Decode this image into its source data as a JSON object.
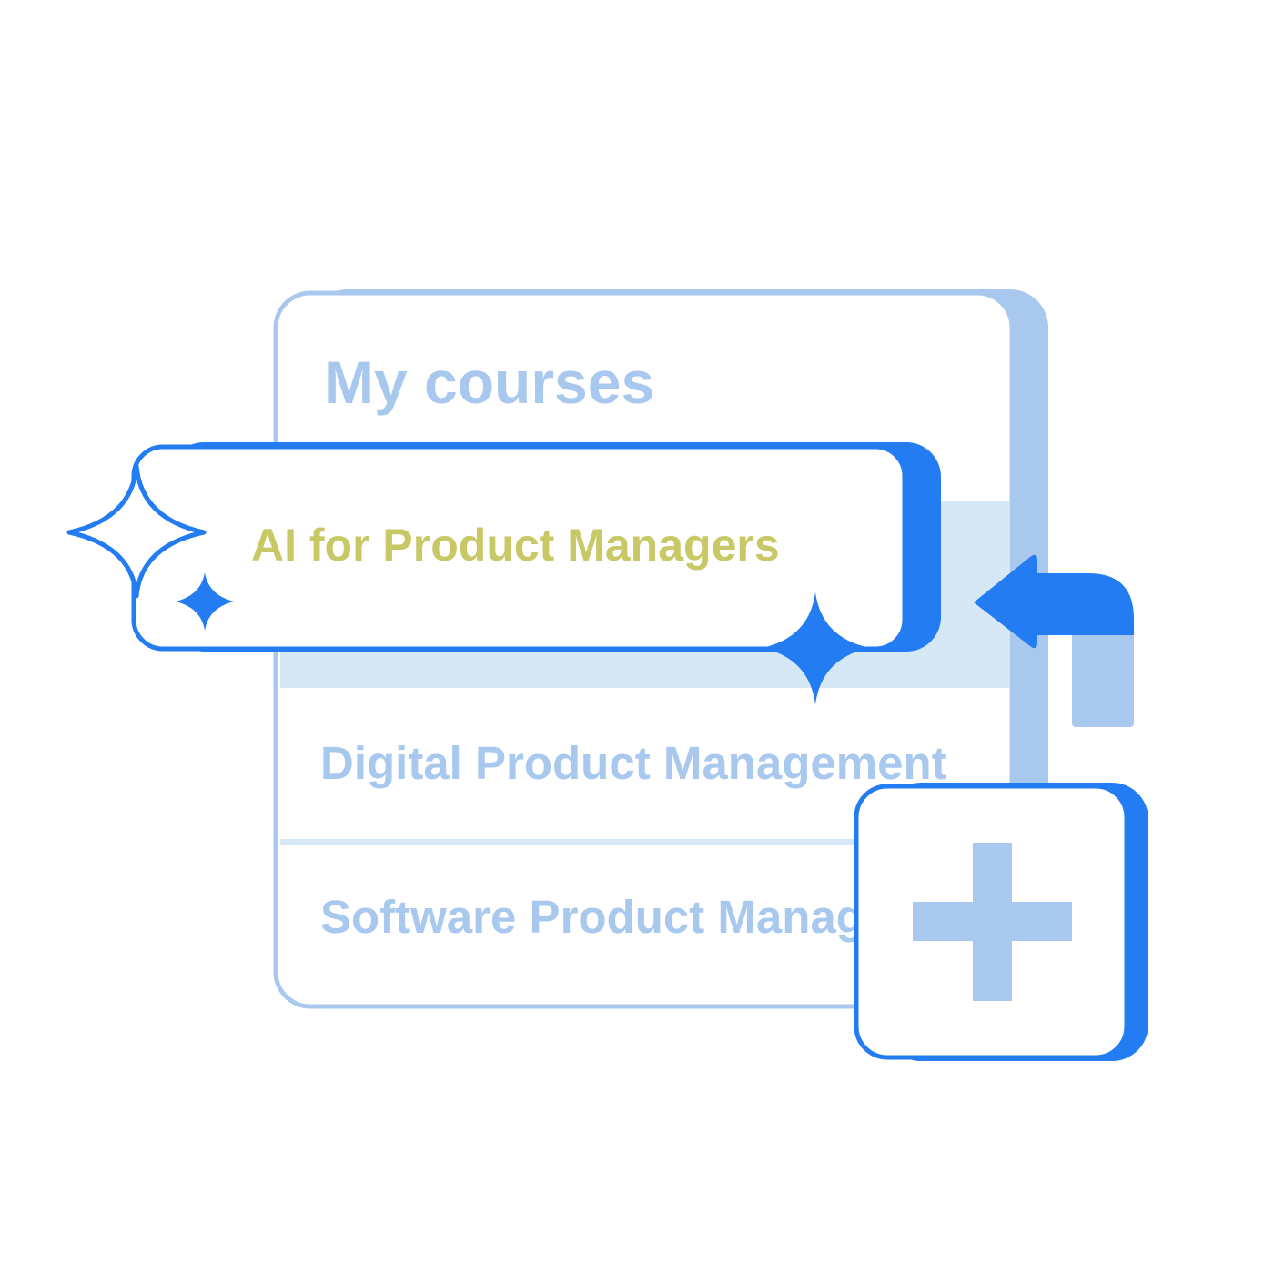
{
  "card": {
    "title": "My courses"
  },
  "courses": [
    {
      "label": "AI for Product Managers",
      "state": "highlighted"
    },
    {
      "label": "Digital Product Management",
      "state": "listed"
    },
    {
      "label": "Software Product Management",
      "state": "listed"
    }
  ],
  "icons": {
    "sparkle": "sparkle-icon",
    "arrow": "arrow-left-icon",
    "add": "plus-icon"
  },
  "colors": {
    "accent_blue": "#237cf2",
    "light_blue": "#a9c8ee",
    "row_highlight": "#d6e7f6",
    "highlight_text": "#c8c866",
    "divider": "#d6e7f6",
    "background": "#ffffff"
  }
}
